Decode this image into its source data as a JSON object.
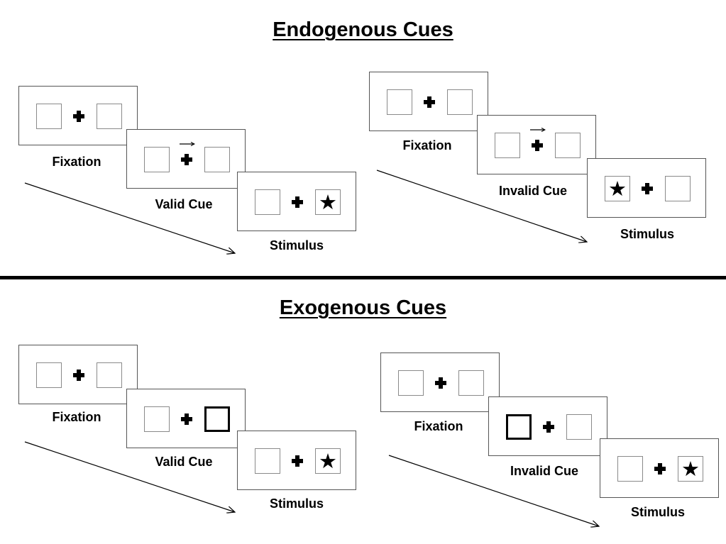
{
  "endogenous": {
    "title": "Endogenous Cues",
    "valid": {
      "fixation_label": "Fixation",
      "cue_label": "Valid Cue",
      "stimulus_label": "Stimulus"
    },
    "invalid": {
      "fixation_label": "Fixation",
      "cue_label": "Invalid Cue",
      "stimulus_label": "Stimulus"
    }
  },
  "exogenous": {
    "title": "Exogenous Cues",
    "valid": {
      "fixation_label": "Fixation",
      "cue_label": "Valid Cue",
      "stimulus_label": "Stimulus"
    },
    "invalid": {
      "fixation_label": "Fixation",
      "cue_label": "Invalid Cue",
      "stimulus_label": "Stimulus"
    }
  },
  "glyphs": {
    "target": "★"
  }
}
